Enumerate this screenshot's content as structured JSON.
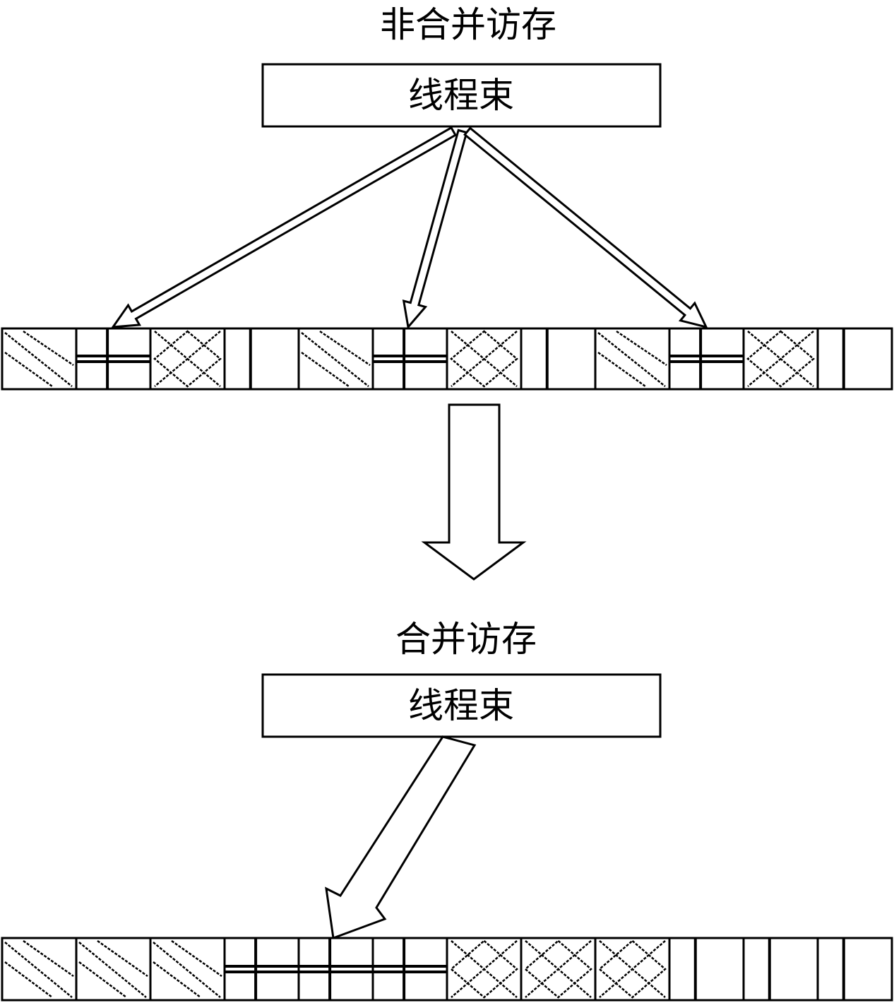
{
  "uncoalesced": {
    "title": "非合并访存",
    "warp_label": "线程束",
    "segment_patterns": [
      "diag",
      "cross",
      "xdiamond",
      "vbar",
      "diag",
      "cross",
      "xdiamond",
      "vbar",
      "diag",
      "cross",
      "xdiamond",
      "vbar"
    ]
  },
  "coalesced": {
    "title": "合并访存",
    "warp_label": "线程束",
    "segment_patterns": [
      "diag",
      "diag",
      "diag",
      "cross",
      "cross",
      "cross",
      "xdiamond",
      "xdiamond",
      "xdiamond",
      "vbar",
      "vbar",
      "vbar"
    ]
  },
  "transition_arrow": "down-arrow-icon",
  "colors": {
    "stroke": "#000000",
    "fill": "#ffffff"
  }
}
